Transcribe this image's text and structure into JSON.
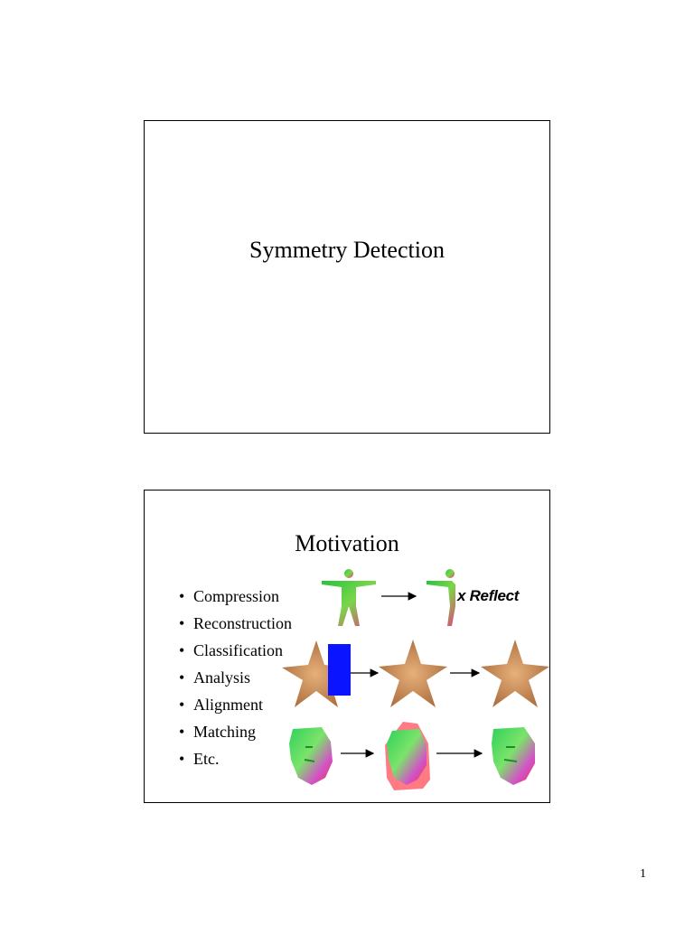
{
  "slide1": {
    "title": "Symmetry Detection"
  },
  "slide2": {
    "title": "Motivation",
    "bullets": [
      "Compression",
      "Reconstruction",
      "Classification",
      "Analysis",
      "Alignment",
      "Matching",
      "Etc."
    ],
    "reflect_label": "x Reflect",
    "figures": [
      {
        "row": "human-figure",
        "stages": [
          "full-figure",
          "half-figure"
        ]
      },
      {
        "row": "starfish",
        "stages": [
          "starfish-with-plane",
          "starfish-aligned",
          "starfish-result"
        ]
      },
      {
        "row": "face-scan",
        "stages": [
          "face-original",
          "face-reflected",
          "face-result"
        ]
      }
    ],
    "colors": {
      "plane": "#0a14ff",
      "starfish": "#c98a52",
      "face": "#3ec24b",
      "overlay": "#ff4d5a"
    }
  },
  "page_number": "1"
}
